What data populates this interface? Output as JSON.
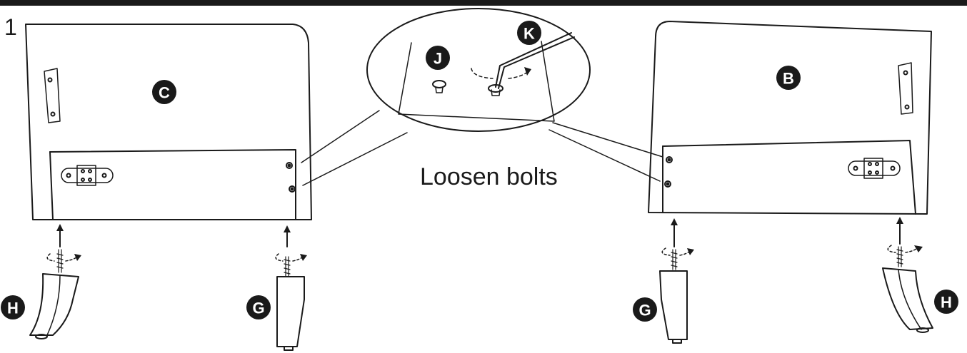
{
  "step_number": "1",
  "caption": "Loosen bolts",
  "labels": {
    "back_panel_left": "C",
    "back_panel_right": "B",
    "washer": "J",
    "allen_key": "K",
    "leg_h": "H",
    "leg_g": "G"
  },
  "colors": {
    "line": "#1a1a1a",
    "background": "#ffffff"
  }
}
